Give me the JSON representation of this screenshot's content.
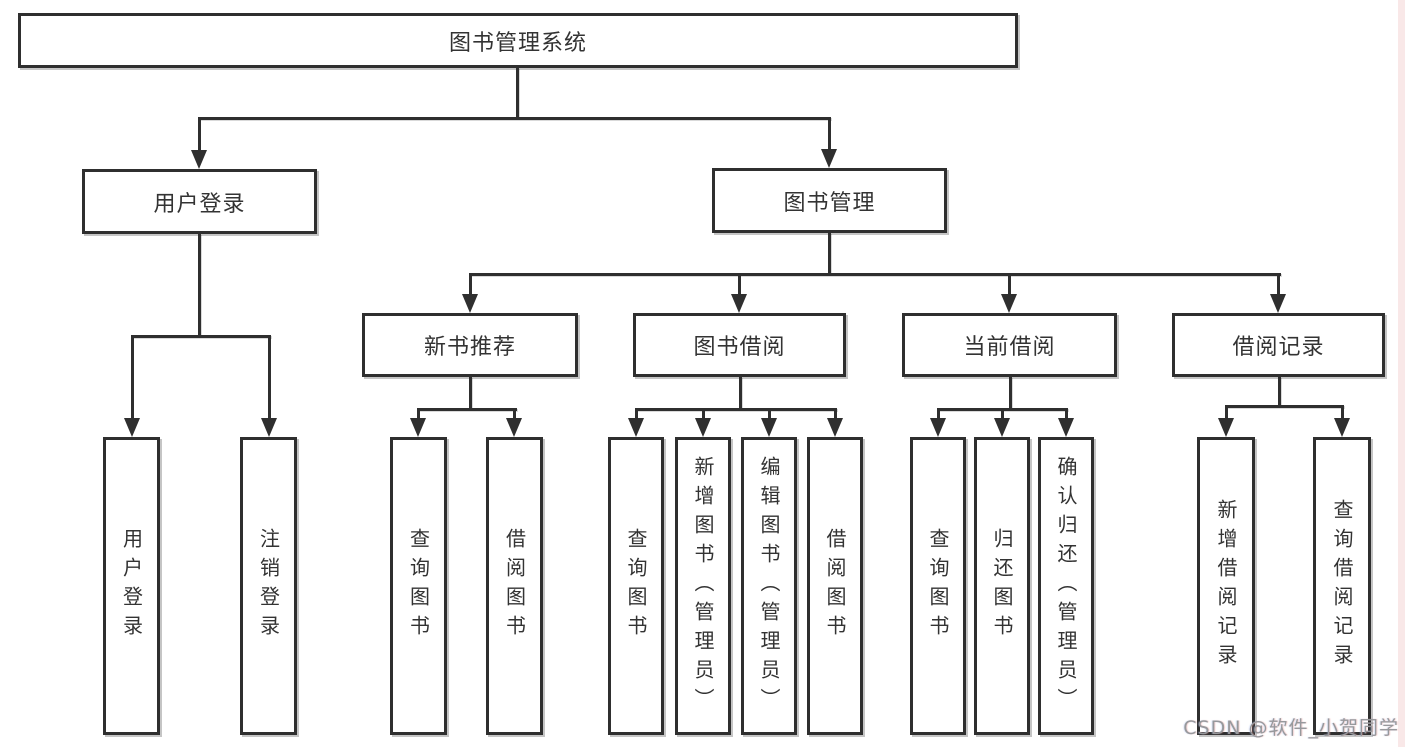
{
  "diagram_type": "hierarchy-tree",
  "tree": {
    "root": "图书管理系统",
    "branches": [
      {
        "label": "用户登录",
        "children": [
          {
            "label": "用户登录"
          },
          {
            "label": "注销登录"
          }
        ]
      },
      {
        "label": "图书管理",
        "children": [
          {
            "label": "新书推荐",
            "children": [
              {
                "label": "查询图书"
              },
              {
                "label": "借阅图书"
              }
            ]
          },
          {
            "label": "图书借阅",
            "children": [
              {
                "label": "查询图书"
              },
              {
                "label": "新增图书（管理员）"
              },
              {
                "label": "编辑图书（管理员）"
              },
              {
                "label": "借阅图书"
              }
            ]
          },
          {
            "label": "当前借阅",
            "children": [
              {
                "label": "查询图书"
              },
              {
                "label": "归还图书"
              },
              {
                "label": "确认归还（管理员）"
              }
            ]
          },
          {
            "label": "借阅记录",
            "children": [
              {
                "label": "新增借阅记录"
              },
              {
                "label": "查询借阅记录"
              }
            ]
          }
        ]
      }
    ]
  },
  "watermark": {
    "text": "CSDN @软件_小贺同学"
  },
  "colors": {
    "line": "#2f2f2f",
    "text": "#333333",
    "box_background": "#ffffff",
    "watermark_text": "#97999c",
    "edge_tint": "#f6dcdc"
  }
}
